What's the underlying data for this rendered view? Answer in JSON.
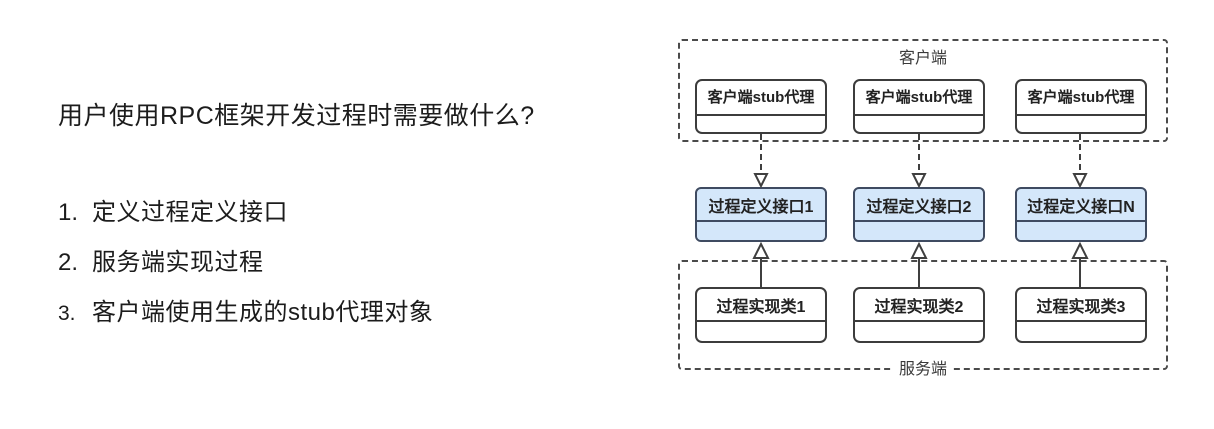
{
  "left_panel": {
    "question": "用户使用RPC框架开发过程时需要做什么?",
    "list": [
      {
        "number": "1.",
        "text": "定义过程定义接口"
      },
      {
        "number": "2.",
        "text": "服务端实现过程"
      },
      {
        "number": "3.",
        "text": "客户端使用生成的stub代理对象"
      }
    ]
  },
  "diagram": {
    "client_container": {
      "label": "客户端"
    },
    "server_container": {
      "label": "服务端"
    },
    "client_stubs": [
      {
        "title": "客户端stub代理"
      },
      {
        "title": "客户端stub代理"
      },
      {
        "title": "客户端stub代理"
      }
    ],
    "interfaces": [
      {
        "title": "过程定义接口1"
      },
      {
        "title": "过程定义接口2"
      },
      {
        "title": "过程定义接口N"
      }
    ],
    "implementations": [
      {
        "title": "过程实现类1"
      },
      {
        "title": "过程实现类2"
      },
      {
        "title": "过程实现类3"
      }
    ],
    "colors": {
      "interface_fill": "#d4e7fa",
      "interface_border": "#3f4b61",
      "box_border": "#3c3c3c",
      "container_border": "#4a4a4a",
      "arrow_line": "#3f3f3f",
      "text": "#1c1c1c"
    }
  }
}
